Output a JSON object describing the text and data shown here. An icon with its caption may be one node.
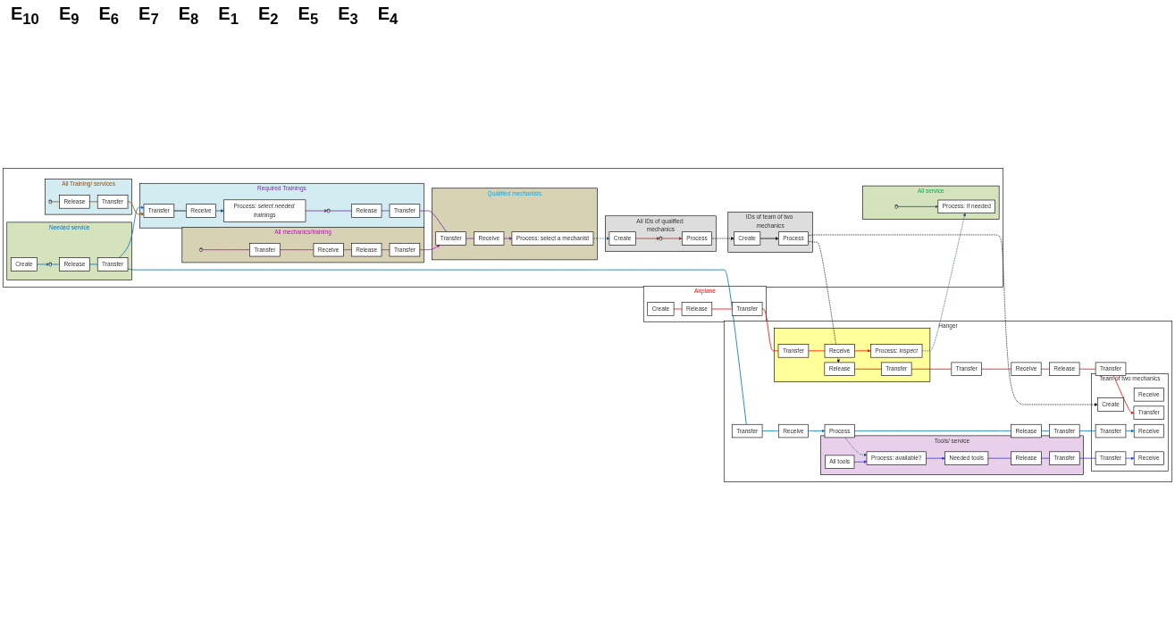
{
  "diagram": {
    "nodes": [
      {
        "text": [
          "Hanger"
        ]
      },
      {
        "text": [
          "Team of two mechanics"
        ],
        "in": 0
      },
      {
        "text": [
          "Create"
        ],
        "in": 1
      },
      {
        "text": [
          "Receive"
        ],
        "in": 1
      },
      {
        "text": [
          "Transfer"
        ],
        "in": 1
      },
      {
        "text": [
          "Receive"
        ],
        "in": 1
      },
      {
        "text": [
          "Transfer"
        ],
        "in": 1
      },
      {
        "text": [
          "Receive"
        ],
        "in": 1
      },
      {
        "text": [
          "Transfer"
        ],
        "in": 1
      },
      {
        "text": [
          "Transfer"
        ],
        "in": 0
      },
      {
        "text": [
          "Release"
        ],
        "in": 0
      },
      {
        "text": [
          "Receive"
        ],
        "in": 0
      },
      {
        "text": [
          "Transfer"
        ],
        "in": 0
      },
      {
        "text": [
          "Transfer"
        ],
        "in": 0
      },
      {
        "text": [
          "Release"
        ],
        "in": 0
      },
      {
        "text": [
          "Process"
        ],
        "in": 0
      },
      {
        "text": [
          "Receive"
        ],
        "in": 0
      },
      {
        "text": [
          "Transfer"
        ],
        "in": 0
      },
      {
        "text": [
          "Tools/ service"
        ],
        "in": 0
      },
      {
        "text": [
          "Transfer"
        ],
        "in": 18
      },
      {
        "text": [
          "Release"
        ],
        "in": 18
      },
      {
        "text": [
          "Process: available?"
        ],
        "in": 18
      },
      {
        "text": [
          "Needed tools"
        ],
        "in": 18
      },
      {
        "text": [
          "All tools"
        ],
        "in": 18
      },
      {
        "text": [],
        "shape": "box",
        "in": 0
      },
      {
        "text": [
          "Transfer"
        ],
        "in": 24
      },
      {
        "text": [
          "Release"
        ],
        "in": 24
      },
      {
        "text": [
          "Process: *inspect*"
        ],
        "in": 24
      },
      {
        "text": [
          "Receive"
        ],
        "in": 24
      },
      {
        "text": [
          "Transfer"
        ],
        "in": 24
      },
      {
        "text": [
          "Airplane"
        ]
      },
      {
        "text": [
          "Transfer"
        ],
        "in": 30
      },
      {
        "text": [
          "Release"
        ],
        "in": 30
      },
      {
        "text": [
          "Create"
        ],
        "in": 30
      },
      {
        "text": [],
        "shape": "box"
      },
      {
        "text": [
          "IDs of team of two mechanics"
        ],
        "in": 34
      },
      {
        "text": [
          "Process"
        ],
        "in": 35
      },
      {
        "text": [
          "Create"
        ],
        "in": 35
      },
      {
        "text": [
          "All IDs of qualified mechanics"
        ],
        "in": 34
      },
      {
        "text": [
          "Process"
        ],
        "in": 38
      },
      {
        "text": [],
        "shape": "cylinder",
        "in": 38
      },
      {
        "text": [
          "Create"
        ],
        "in": 38
      },
      {
        "text": [
          "All mechanics/training"
        ],
        "in": 34
      },
      {
        "text": [],
        "shape": "cylinder",
        "in": 42
      },
      {
        "text": [
          "Transfer"
        ],
        "in": 42
      },
      {
        "text": [
          "Receive"
        ],
        "in": 42
      },
      {
        "text": [
          "Release"
        ],
        "in": 42
      },
      {
        "text": [
          "Transfer"
        ],
        "in": 42
      },
      {
        "text": [
          "Qualified mechanists"
        ],
        "in": 34
      },
      {
        "text": [
          "Process: select a mechanist"
        ],
        "in": 48
      },
      {
        "text": [
          "Receive"
        ],
        "in": 48
      },
      {
        "text": [
          "Transfer"
        ],
        "in": 48
      },
      {
        "text": [
          "All service"
        ],
        "in": 34
      },
      {
        "text": [],
        "shape": "cylinder",
        "in": 52
      },
      {
        "text": [
          "Process: if needed"
        ],
        "in": 52
      },
      {
        "text": [
          "Needed service"
        ],
        "in": 34
      },
      {
        "text": [
          "Transfer"
        ],
        "in": 55
      },
      {
        "text": [
          "Release"
        ],
        "in": 55
      },
      {
        "text": [],
        "shape": "cylinder",
        "in": 55
      },
      {
        "text": [
          "Create"
        ],
        "in": 55
      },
      {
        "text": [
          "All Training/ services"
        ],
        "in": 34
      },
      {
        "text": [],
        "shape": "cylinder",
        "in": 60
      },
      {
        "text": [
          "Release"
        ],
        "in": 60
      },
      {
        "text": [
          "Transfer"
        ],
        "in": 60
      },
      {
        "text": [
          "Required Trainings"
        ],
        "in": 34
      },
      {
        "text": [
          "Transfer"
        ],
        "in": 64
      },
      {
        "text": [
          "Receive"
        ],
        "in": 64
      },
      {
        "text": [
          "Process: *select needed trainings*"
        ],
        "in": 64
      },
      {
        "text": [],
        "shape": "cylinder",
        "in": 64
      },
      {
        "text": [
          "Release"
        ],
        "in": 64
      },
      {
        "text": [
          "Transfer"
        ],
        "in": 64
      }
    ],
    "edges": [
      {
        "from": 33,
        "to": 32,
        "arrow": "none",
        "color": "#ff0000"
      },
      {
        "from": 32,
        "to": 31,
        "arrow": "none",
        "color": "#ff0000"
      },
      {
        "from": 31,
        "to": 29,
        "arrow": "none",
        "color": "#ff0000"
      },
      {
        "from": 29,
        "to": 28,
        "arrow": "none",
        "color": "#ff0000"
      },
      {
        "from": 28,
        "to": 27,
        "arrow": "to",
        "color": "#ff0000"
      },
      {
        "from": 27,
        "to": 54,
        "arrow": "to",
        "style": "dashed",
        "color": "#1f4e79"
      },
      {
        "from": 53,
        "to": 54,
        "arrow": "to",
        "color": "#1f4e79"
      },
      {
        "from": 59,
        "to": 58,
        "arrow": "to",
        "color": "#0070c0"
      },
      {
        "from": 58,
        "to": 57,
        "arrow": "none",
        "color": "#0070c0"
      },
      {
        "from": 57,
        "to": 56,
        "arrow": "none",
        "color": "#0070c0"
      },
      {
        "from": 56,
        "to": 65,
        "arrow": "to",
        "color": "#0070c0"
      },
      {
        "from": 56,
        "to": 17,
        "arrow": "none",
        "color": "#0070c0"
      },
      {
        "from": 17,
        "to": 16,
        "arrow": "none",
        "color": "#0070c0"
      },
      {
        "from": 16,
        "to": 15,
        "arrow": "to",
        "color": "#0070c0"
      },
      {
        "from": 15,
        "to": 14,
        "arrow": "none",
        "color": "#0070c0"
      },
      {
        "from": 14,
        "to": 13,
        "arrow": "none",
        "color": "#0070c0"
      },
      {
        "from": 13,
        "to": 6,
        "arrow": "none",
        "color": "#0070c0"
      },
      {
        "from": 6,
        "to": 5,
        "arrow": "to",
        "color": "#0070c0"
      },
      {
        "from": 15,
        "to": 21,
        "arrow": "to",
        "style": "dashed",
        "color": "#1f4e79"
      },
      {
        "from": 23,
        "to": 21,
        "arrow": "to",
        "color": "#3333ff"
      },
      {
        "from": 21,
        "to": 22,
        "arrow": "to",
        "color": "#3333ff"
      },
      {
        "from": 22,
        "to": 20,
        "arrow": "none",
        "color": "#3333ff"
      },
      {
        "from": 20,
        "to": 19,
        "arrow": "none",
        "color": "#3333ff"
      },
      {
        "from": 19,
        "to": 8,
        "arrow": "none",
        "color": "#3333ff"
      },
      {
        "from": 8,
        "to": 7,
        "arrow": "to",
        "color": "#3333ff"
      },
      {
        "from": 61,
        "to": 62,
        "arrow": "none",
        "color": "#994c00"
      },
      {
        "from": 62,
        "to": 63,
        "arrow": "none",
        "color": "#994c00"
      },
      {
        "from": 63,
        "to": 65,
        "arrow": "to",
        "color": "#994c00"
      },
      {
        "from": 65,
        "to": 66,
        "arrow": "none",
        "color": "#000000"
      },
      {
        "from": 66,
        "to": 67,
        "arrow": "to",
        "color": "#1f4e79"
      },
      {
        "from": 67,
        "to": 68,
        "arrow": "to",
        "color": "#7030a0"
      },
      {
        "from": 68,
        "to": 69,
        "arrow": "none",
        "color": "#7030a0"
      },
      {
        "from": 69,
        "to": 70,
        "arrow": "none",
        "color": "#7030a0"
      },
      {
        "from": 70,
        "to": 51,
        "arrow": "none",
        "color": "#7030a0"
      },
      {
        "from": 51,
        "to": 50,
        "arrow": "none",
        "color": "#7030a0"
      },
      {
        "from": 50,
        "to": 49,
        "arrow": "to",
        "color": "#7030a0"
      },
      {
        "from": 43,
        "to": 44,
        "arrow": "none",
        "color": "#cc00cc"
      },
      {
        "from": 44,
        "to": 45,
        "arrow": "none",
        "color": "#cc00cc"
      },
      {
        "from": 45,
        "to": 46,
        "arrow": "none",
        "color": "#cc00cc"
      },
      {
        "from": 46,
        "to": 47,
        "arrow": "none",
        "color": "#cc00cc"
      },
      {
        "from": 47,
        "to": 51,
        "arrow": "to",
        "color": "#cc00cc"
      },
      {
        "from": 49,
        "to": 41,
        "arrow": "to",
        "style": "dashed",
        "color": "#1f4e79"
      },
      {
        "from": 41,
        "to": 40,
        "arrow": "to",
        "color": "#953735"
      },
      {
        "from": 40,
        "to": 39,
        "arrow": "to",
        "color": "#953735"
      },
      {
        "from": 39,
        "to": 37,
        "arrow": "to",
        "style": "dashed",
        "color": "#000000"
      },
      {
        "from": 37,
        "to": 36,
        "arrow": "to",
        "color": "#000000"
      },
      {
        "from": 36,
        "to": 2,
        "arrow": "to",
        "style": "dashed",
        "color": "#000000"
      },
      {
        "from": 36,
        "to": 26,
        "arrow": "to",
        "style": "dashed",
        "color": "#000000"
      },
      {
        "from": 26,
        "to": 25,
        "arrow": "none",
        "color": "#ff0000"
      },
      {
        "from": 25,
        "to": 12,
        "arrow": "none",
        "color": "#ff0000"
      },
      {
        "from": 12,
        "to": 11,
        "arrow": "none",
        "color": "#ff0000"
      },
      {
        "from": 11,
        "to": 10,
        "arrow": "none",
        "color": "#ff0000"
      },
      {
        "from": 10,
        "to": 9,
        "arrow": "none",
        "color": "#ff0000"
      },
      {
        "from": 9,
        "to": 4,
        "arrow": "to",
        "color": "#ff0000"
      }
    ],
    "labels": [
      "E$_{10}$",
      "E$_{9}$",
      "E$_{6}$",
      "E$_{7}$",
      "E$_{8}$",
      "E$_{1}$",
      "E$_{2}$",
      "E$_{5}$",
      "E$_{3}$",
      "E$_{4}$"
    ]
  }
}
